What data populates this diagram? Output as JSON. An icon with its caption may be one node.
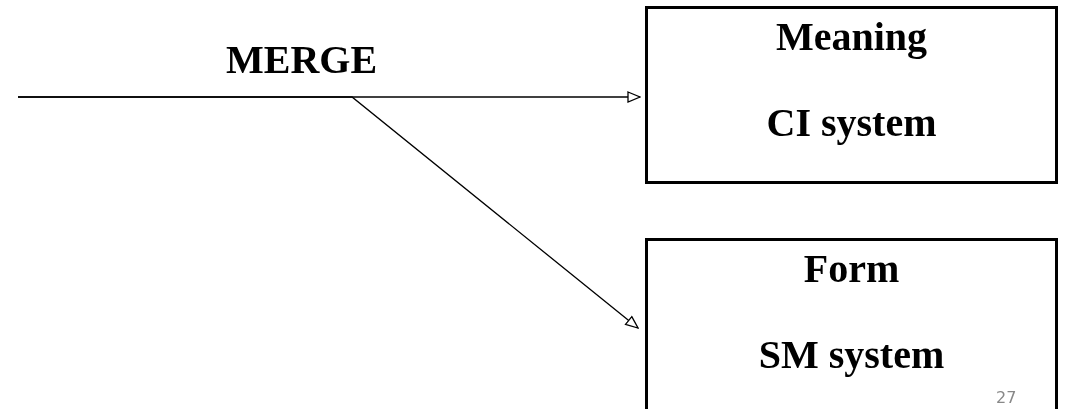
{
  "diagram": {
    "nodes": [
      {
        "text": [
          "Meaning",
          "CI system"
        ]
      },
      {
        "text": [
          "Form",
          "SM system"
        ]
      }
    ],
    "edges": [
      {
        "from": null,
        "to": 0,
        "arrow": "to",
        "label": "MERGE"
      },
      {
        "from": null,
        "to": 1,
        "arrow": "to"
      }
    ],
    "labels": [
      "27"
    ]
  }
}
